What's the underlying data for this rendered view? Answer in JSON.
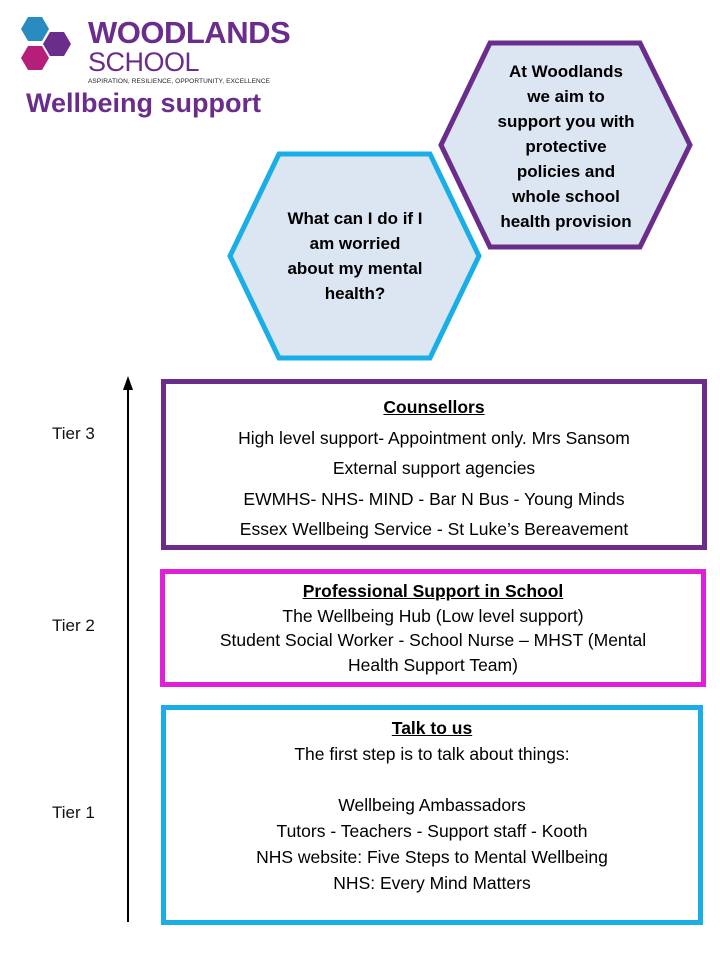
{
  "logo": {
    "name_line1": "WOODLANDS",
    "name_line2": "SCHOOL",
    "tagline": "ASPIRATION, RESILIENCE, OPPORTUNITY, EXCELLENCE",
    "hex_colors": [
      "#2a8bc0",
      "#6b2d8c",
      "#b51f7a"
    ]
  },
  "page": {
    "title": "Wellbeing support"
  },
  "hexagons": {
    "aim_lines": [
      "At Woodlands",
      "we aim to",
      "support you with",
      "protective",
      "policies and",
      "whole school",
      "health provision"
    ],
    "worried_lines": [
      "What can I do if I",
      "am worried",
      "about my mental",
      "health?"
    ]
  },
  "tiers": {
    "tier3_label": "Tier 3",
    "tier2_label": "Tier 2",
    "tier1_label": "Tier 1"
  },
  "counsellors": {
    "heading": "Counsellors",
    "lines": [
      "High level support- Appointment only. Mrs Sansom",
      "External support agencies",
      "EWMHS- NHS- MIND - Bar N Bus - Young Minds",
      "Essex Wellbeing Service - St Luke’s Bereavement"
    ]
  },
  "professional": {
    "heading": "Professional  Support  in School",
    "lines": [
      "The Wellbeing Hub  (Low level support)",
      "Student Social Worker   -   School Nurse – MHST (Mental",
      "Health Support Team)"
    ]
  },
  "talk": {
    "heading": "Talk to us",
    "lines": [
      "The first step is to talk about things:",
      "",
      "Wellbeing Ambassadors",
      "Tutors   -   Teachers   -   Support staff -  Kooth",
      "NHS website: Five Steps to Mental Wellbeing",
      "NHS: Every Mind Matters"
    ]
  },
  "colors": {
    "purple": "#6b2d8c",
    "magenta": "#e020d8",
    "cyan": "#1aaee6",
    "hex_fill": "#dce6f2"
  }
}
